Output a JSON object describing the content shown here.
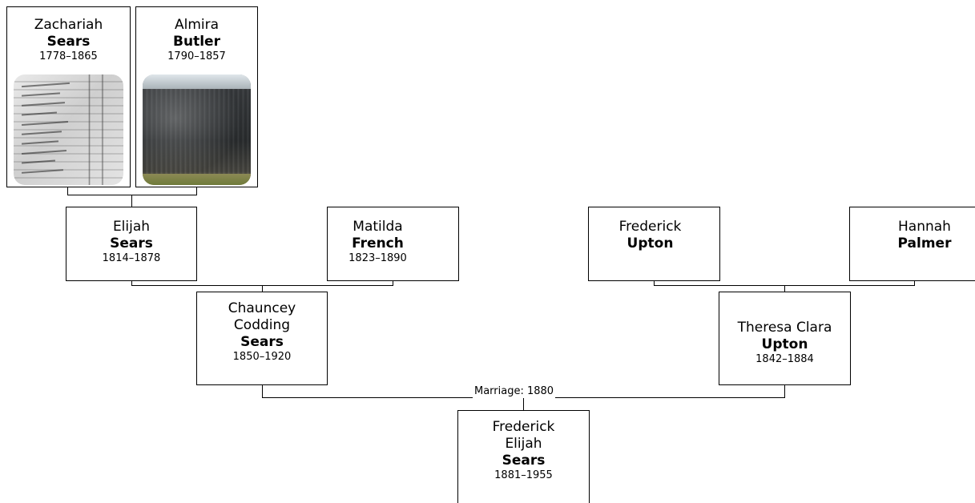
{
  "people": {
    "zachariah": {
      "given": "Zachariah",
      "surname": "Sears",
      "years": "1778–1865"
    },
    "almira": {
      "given": "Almira",
      "surname": "Butler",
      "years": "1790–1857"
    },
    "elijah": {
      "given": "Elijah",
      "surname": "Sears",
      "years": "1814–1878"
    },
    "matilda": {
      "given": "Matilda",
      "surname": "French",
      "years": "1823–1890"
    },
    "frederick_upton": {
      "given": "Frederick",
      "surname": "Upton"
    },
    "hannah": {
      "given": "Hannah",
      "surname": "Palmer"
    },
    "chauncey": {
      "given_line1": "Chauncey",
      "given_line2": "Codding",
      "surname": "Sears",
      "years": "1850–1920"
    },
    "theresa": {
      "given": "Theresa Clara",
      "surname": "Upton",
      "years": "1842–1884"
    },
    "frederick_elijah": {
      "given_line1": "Frederick",
      "given_line2": "Elijah",
      "surname": "Sears",
      "years": "1881–1955"
    }
  },
  "marriage": {
    "label": "Marriage: 1880"
  }
}
